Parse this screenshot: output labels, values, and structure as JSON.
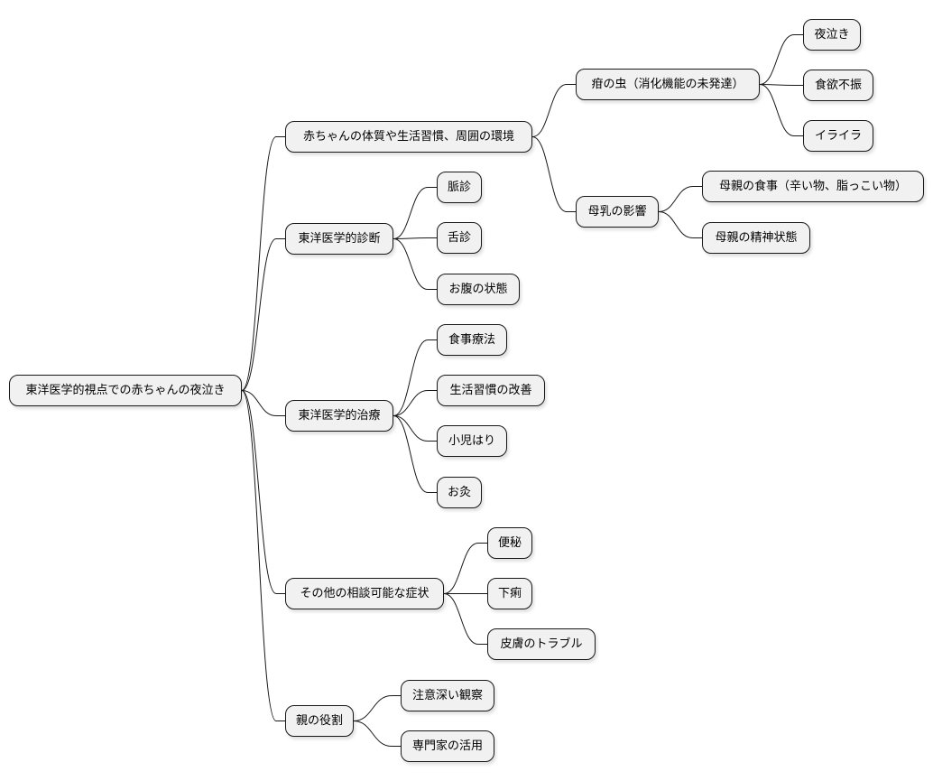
{
  "mindmap": {
    "root": "東洋医学的視点での赤ちゃんの夜泣き",
    "constitution": {
      "label": "赤ちゃんの体質や生活習慣、周囲の環境",
      "kannomushi": {
        "label": "疳の虫（消化機能の未発達）",
        "symptoms": [
          "夜泣き",
          "食欲不振",
          "イライラ"
        ]
      },
      "breastmilk": {
        "label": "母乳の影響",
        "items": [
          "母親の食事（辛い物、脂っこい物）",
          "母親の精神状態"
        ]
      }
    },
    "diagnosis": {
      "label": "東洋医学的診断",
      "items": [
        "脈診",
        "舌診",
        "お腹の状態"
      ]
    },
    "treatment": {
      "label": "東洋医学的治療",
      "items": [
        "食事療法",
        "生活習慣の改善",
        "小児はり",
        "お灸"
      ]
    },
    "other": {
      "label": "その他の相談可能な症状",
      "items": [
        "便秘",
        "下痢",
        "皮膚のトラブル"
      ]
    },
    "parent": {
      "label": "親の役割",
      "items": [
        "注意深い観察",
        "専門家の活用"
      ]
    }
  }
}
